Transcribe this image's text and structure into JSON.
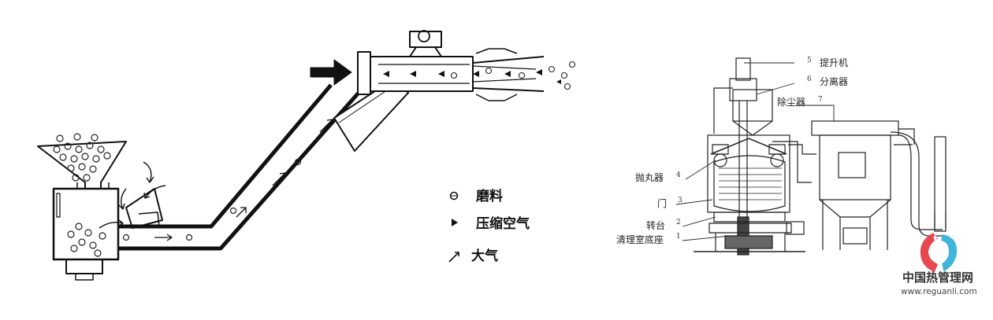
{
  "legend": [
    {
      "symbol": "abrasive-particle",
      "label": "磨料"
    },
    {
      "symbol": "triangle",
      "label": "压缩空气"
    },
    {
      "symbol": "air-arrow",
      "label": "大气"
    }
  ],
  "machine_labels": [
    {
      "num": "5",
      "label": "提升机"
    },
    {
      "num": "6",
      "label": "分离器"
    },
    {
      "num": "7",
      "label": "除尘器"
    },
    {
      "num": "4",
      "label": "抛丸器"
    },
    {
      "num": "3",
      "label": "门"
    },
    {
      "num": "2",
      "label": "转台"
    },
    {
      "num": "1",
      "label": "清理室底座"
    }
  ],
  "watermark": {
    "name": "中国热管理网",
    "url": "www.reguanli.com",
    "colors": {
      "left": "#e8474f",
      "right": "#3fb6d8"
    }
  }
}
